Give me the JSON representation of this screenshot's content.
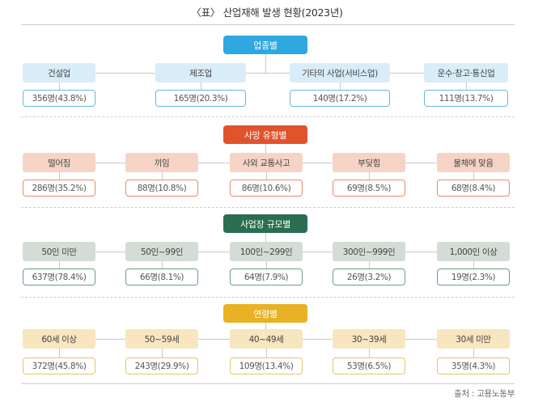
{
  "title": "〈표〉 산업재해 발생 현황(2023년)",
  "source": "출처 : 고용노동부",
  "sections": [
    {
      "header": "업종별",
      "header_color": "#2fa7e0",
      "label_color": "#d8edf8",
      "value_border": "#65b7e2",
      "items": [
        {
          "label": "건설업",
          "value": "356명(43.8%)"
        },
        {
          "label": "제조업",
          "value": "165명(20.3%)"
        },
        {
          "label": "기타의 사업(서비스업)",
          "value": "140명(17.2%)"
        },
        {
          "label": "운수·창고·통신업",
          "value": "111명(13.7%)"
        }
      ]
    },
    {
      "header": "사망 유형별",
      "header_color": "#e0542d",
      "label_color": "#f6d4c5",
      "value_border": "#e98a6b",
      "items": [
        {
          "label": "떨어짐",
          "value": "286명(35.2%)"
        },
        {
          "label": "끼임",
          "value": "88명(10.8%)"
        },
        {
          "label": "사외 교통사고",
          "value": "86명(10.6%)"
        },
        {
          "label": "부딪힘",
          "value": "69명(8.5%)"
        },
        {
          "label": "물체에 맞음",
          "value": "68명(8.4%)"
        }
      ]
    },
    {
      "header": "사업장 규모별",
      "header_color": "#2a6e4f",
      "label_color": "#d3dcd5",
      "value_border": "#6f9c86",
      "items": [
        {
          "label": "50인 미만",
          "value": "637명(78.4%)"
        },
        {
          "label": "50인~99인",
          "value": "66명(8.1%)"
        },
        {
          "label": "100인~299인",
          "value": "64명(7.9%)"
        },
        {
          "label": "300인~999인",
          "value": "26명(3.2%)"
        },
        {
          "label": "1,000인 이상",
          "value": "19명(2.3%)"
        }
      ]
    },
    {
      "header": "연령별",
      "header_color": "#e9b224",
      "label_color": "#f7e6bf",
      "value_border": "#e9c466",
      "items": [
        {
          "label": "60세 이상",
          "value": "372명(45.8%)"
        },
        {
          "label": "50~59세",
          "value": "243명(29.9%)"
        },
        {
          "label": "40~49세",
          "value": "109명(13.4%)"
        },
        {
          "label": "30~39세",
          "value": "53명(6.5%)"
        },
        {
          "label": "30세 미만",
          "value": "35명(4.3%)"
        }
      ]
    }
  ]
}
